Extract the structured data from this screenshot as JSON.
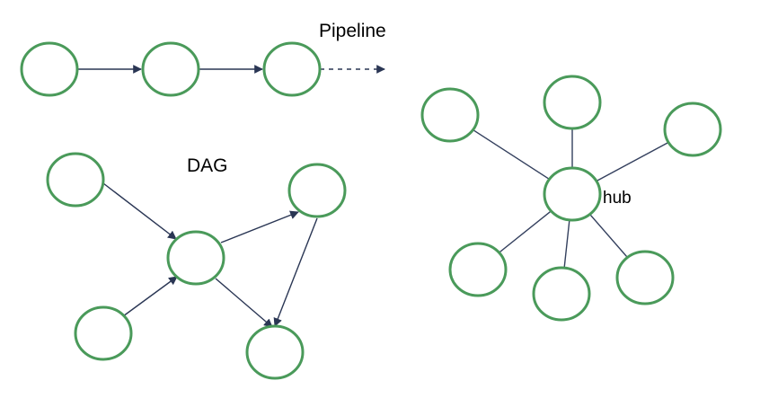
{
  "colors": {
    "node_stroke": "#4a9a5a",
    "node_fill": "#ffffff",
    "arrow_edge": "#2a3654",
    "plain_edge": "#34405e",
    "text": "#000000"
  },
  "labels": {
    "pipeline": "Pipeline",
    "dag": "DAG",
    "hub": "hub"
  },
  "diagrams": {
    "pipeline": {
      "nodes": 3,
      "edges": "directed, linear chain",
      "continuation": "dashed arrow"
    },
    "dag": {
      "nodes": 5,
      "edges": "directed"
    },
    "hub": {
      "nodes": 7,
      "edges": "undirected, star from center"
    }
  }
}
